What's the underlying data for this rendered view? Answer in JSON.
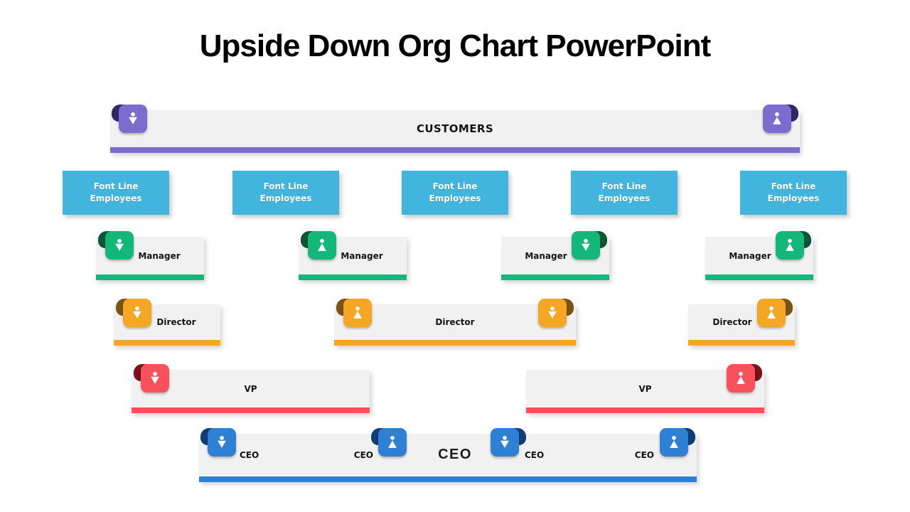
{
  "title": "Upside Down Org Chart PowerPoint",
  "customers": {
    "label": "CUSTOMERS"
  },
  "employees": {
    "items": [
      {
        "label": "Font Line Employees"
      },
      {
        "label": "Font Line Employees"
      },
      {
        "label": "Font Line Employees"
      },
      {
        "label": "Font Line Employees"
      },
      {
        "label": "Font Line Employees"
      }
    ]
  },
  "managers": {
    "items": [
      {
        "label": "Manager"
      },
      {
        "label": "Manager"
      },
      {
        "label": "Manager"
      },
      {
        "label": "Manager"
      }
    ]
  },
  "directors": {
    "items": [
      {
        "label": "Director"
      },
      {
        "label": "Director"
      },
      {
        "label": "Director"
      }
    ]
  },
  "vps": {
    "items": [
      {
        "label": "VP"
      },
      {
        "label": "VP"
      }
    ]
  },
  "ceo": {
    "bar_label": "CEO",
    "small_labels": [
      "CEO",
      "CEO",
      "CEO",
      "CEO"
    ]
  },
  "icons": {
    "person-up-icon": "head circle + upward triangle body",
    "person-down-icon": "head circle + downward triangle body"
  },
  "colors": {
    "customers_purple": "#7b6cce",
    "customers_fold": "#2f2768",
    "employees_cyan": "#41b5de",
    "manager_green": "#12b87a",
    "manager_fold": "#0a5636",
    "director_orange": "#f5a623",
    "director_fold": "#7c5310",
    "vp_red": "#f8515c",
    "vp_fold": "#7c0f1d",
    "ceo_blue": "#2e80d5",
    "ceo_fold": "#123e75",
    "card_gray": "#f1f1f2",
    "title_black": "#000000",
    "background": "#ffffff"
  }
}
